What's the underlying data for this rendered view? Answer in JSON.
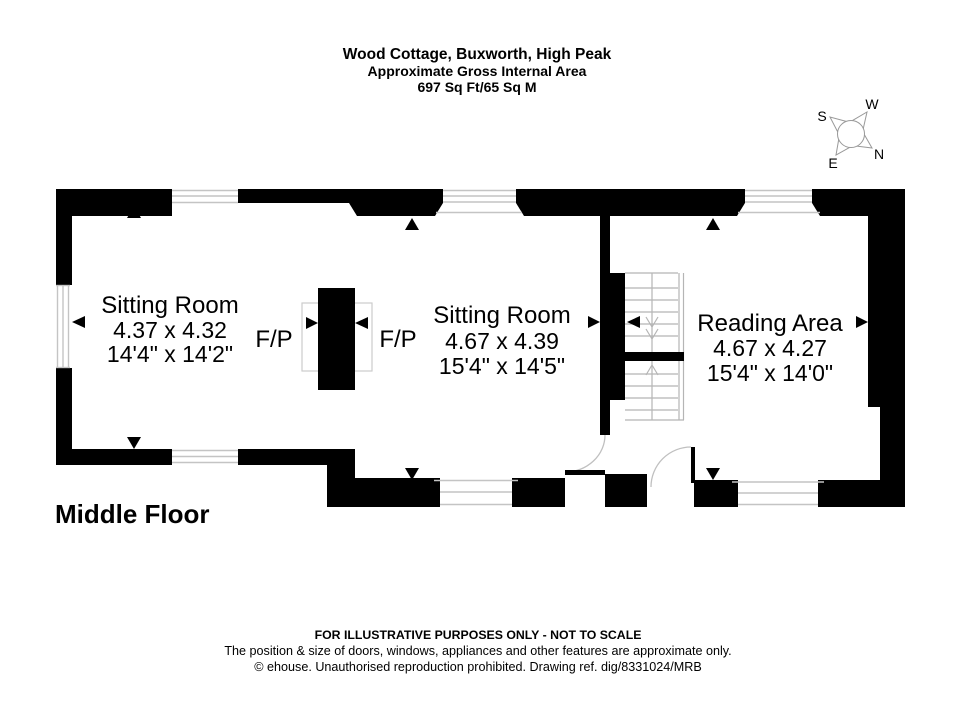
{
  "title": {
    "line1": "Wood Cottage, Buxworth, High Peak",
    "line2": "Approximate Gross Internal Area",
    "line3": "697 Sq Ft/65 Sq M"
  },
  "floor_label": "Middle Floor",
  "compass": {
    "n": "N",
    "s": "S",
    "e": "E",
    "w": "W"
  },
  "rooms": [
    {
      "name": "Sitting Room",
      "metric": "4.37 x 4.32",
      "imperial": "14'4\" x 14'2\""
    },
    {
      "name": "Sitting Room",
      "metric": "4.67 x 4.39",
      "imperial": "15'4\" x 14'5\""
    },
    {
      "name": "Reading Area",
      "metric": "4.67 x 4.27",
      "imperial": "15'4\" x 14'0\""
    }
  ],
  "fireplace": {
    "left_label": "F/P",
    "right_label": "F/P"
  },
  "footer": {
    "line1": "FOR ILLUSTRATIVE PURPOSES ONLY - NOT TO SCALE",
    "line2": "The position & size of doors, windows, appliances and other features are approximate only.",
    "line3": "© ehouse. Unauthorised reproduction prohibited. Drawing ref. dig/8331024/MRB"
  },
  "colors": {
    "wall": "#000000",
    "window_line": "#c4c4c4",
    "stair_line": "#b5b5b5",
    "door_arc": "#c0c0c0",
    "compass_line": "#999999",
    "text": "#000000"
  }
}
